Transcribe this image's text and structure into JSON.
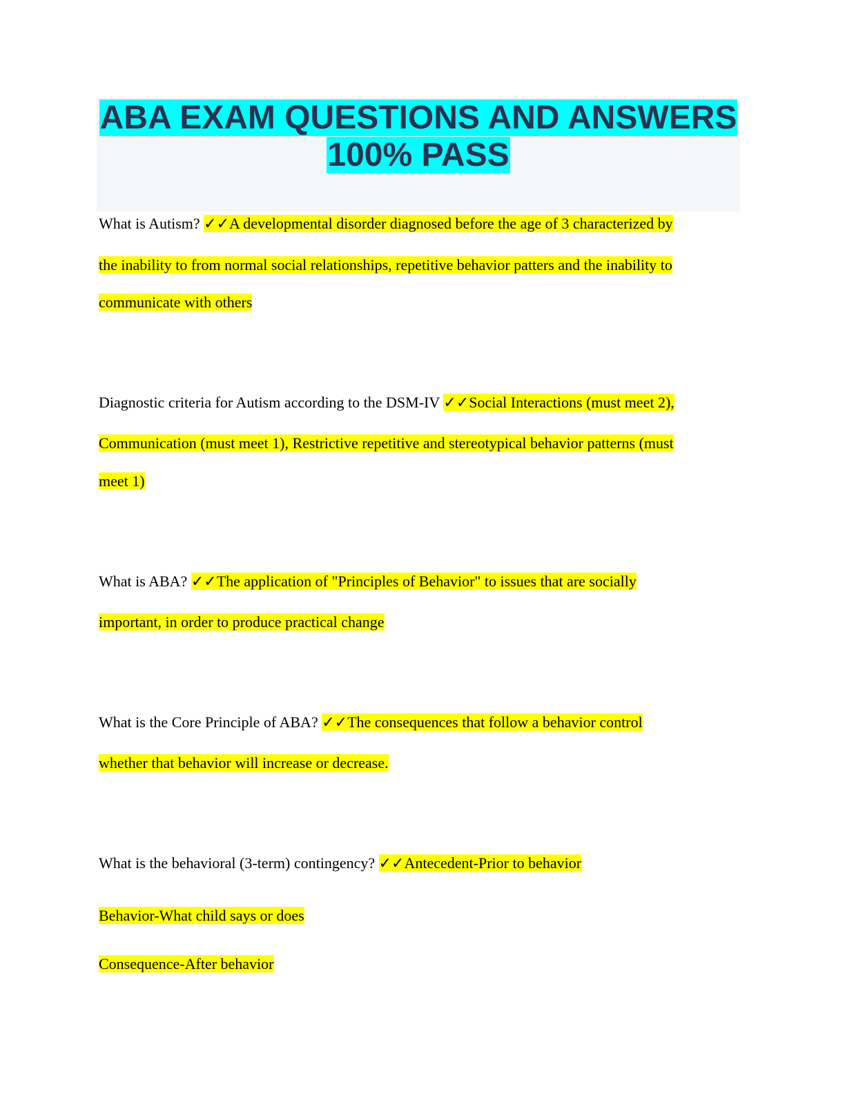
{
  "title": {
    "line1": "ABA EXAM QUESTIONS AND ANSWERS",
    "line2": "100% PASS"
  },
  "check_glyph": "✓✓",
  "qa": [
    {
      "question": "What is Autism? ",
      "answer_lines": [
        "A developmental disorder diagnosed before the age of 3 characterized by",
        "the inability to from normal social relationships, repetitive behavior patters and the inability to",
        "communicate with others"
      ]
    },
    {
      "question": "Diagnostic criteria for Autism according to the DSM-IV ",
      "answer_lines": [
        "Social Interactions (must meet 2),",
        "Communication (must meet 1), Restrictive repetitive and stereotypical behavior patterns (must",
        "meet 1)"
      ]
    },
    {
      "question": "What is ABA? ",
      "answer_lines": [
        "The application of \"Principles of Behavior\" to issues that are socially",
        "important, in order to produce practical change"
      ]
    },
    {
      "question": "What is the Core Principle of ABA? ",
      "answer_lines": [
        "The consequences that follow a behavior control",
        "whether that behavior will increase or decrease."
      ]
    },
    {
      "question": "What is the behavioral (3-term) contingency? ",
      "answer_lines": [
        "Antecedent-Prior to behavior",
        "Behavior-What child says or does",
        "Consequence-After behavior"
      ]
    }
  ]
}
